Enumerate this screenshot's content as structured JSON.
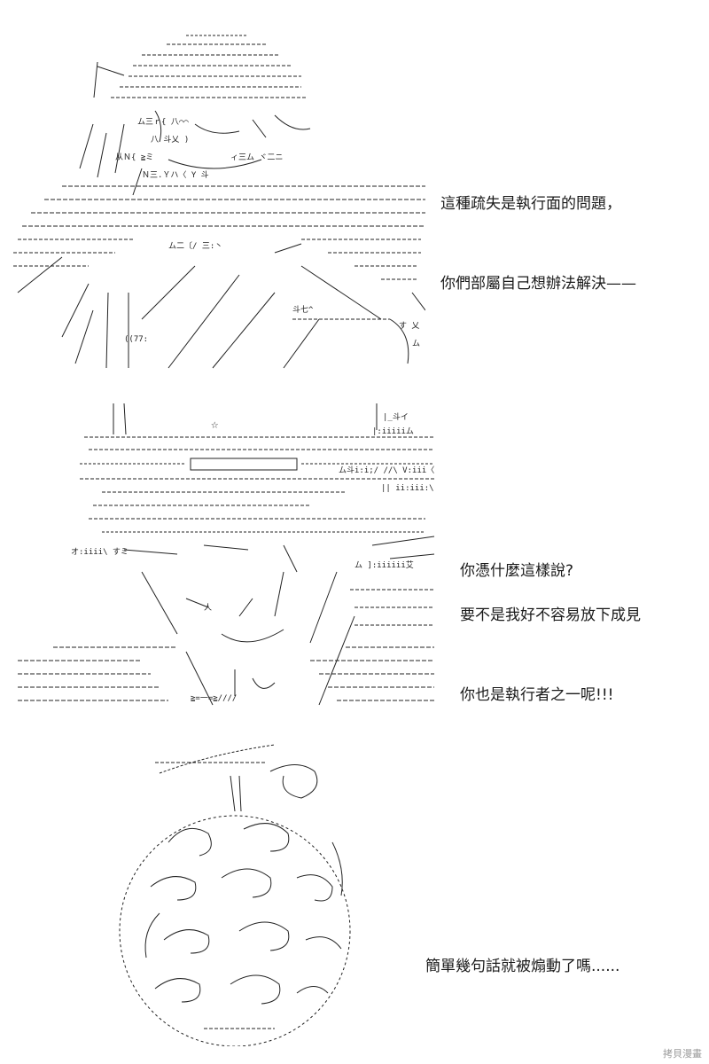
{
  "panels": [
    {
      "subject": "ascii-art-figure-with-hat-and-cape",
      "dialogue": [
        "這種疏失是執行面的問題，",
        "你們部屬自己想辦法解決——"
      ]
    },
    {
      "subject": "ascii-art-figure-shadowed-face",
      "star_glyph": "☆",
      "dialogue_a": [
        "你憑什麼這樣說?"
      ],
      "dialogue_b": [
        "要不是我好不容易放下成見",
        "你也是執行者之一呢!!!"
      ]
    },
    {
      "subject": "ascii-art-swirl-fruit",
      "dialogue": [
        "簡單幾句話就被煽動了嗎......"
      ]
    }
  ],
  "watermark": "拷貝漫畫",
  "colors": {
    "ink": "#111111",
    "background": "#ffffff",
    "watermark": "#9a9a9a"
  }
}
